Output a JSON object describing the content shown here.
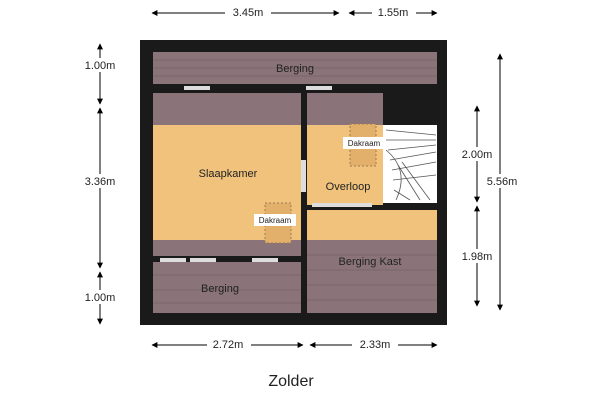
{
  "title": "Zolder",
  "rooms": {
    "berging_top": "Berging",
    "slaapkamer": "Slaapkamer",
    "overloop": "Overloop",
    "dakraam_1": "Dakraam",
    "dakraam_2": "Dakraam",
    "berging_kast": "Berging Kast",
    "berging_bottom": "Berging"
  },
  "dimensions": {
    "top_left": "3.45m",
    "top_right": "1.55m",
    "bottom_left": "2.72m",
    "bottom_right": "2.33m",
    "left_top": "1.00m",
    "left_mid": "3.36m",
    "left_bottom": "1.00m",
    "right_upper": "2.00m",
    "right_lower": "1.98m",
    "right_total": "5.56m"
  },
  "colors": {
    "wall": "#1a1a1a",
    "storage": "#8a7479",
    "room": "#f0c27b",
    "dim_line": "#000000"
  }
}
